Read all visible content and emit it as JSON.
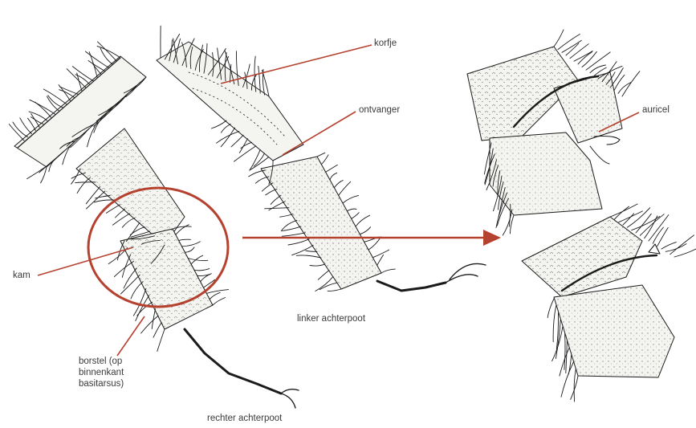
{
  "labels": {
    "korfje": "korfje",
    "ontvanger": "ontvanger",
    "auricel": "auricel",
    "kam": "kam",
    "borstel": "borstel (op binnenkant basitarsus)",
    "linker_achterpoot": "linker achterpoot",
    "rechter_achterpoot": "rechter achterpoot"
  },
  "colors": {
    "accent": "#b5412f",
    "ink": "#1b1b1b",
    "label_text": "#3a3a3a",
    "background": "#ffffff"
  }
}
